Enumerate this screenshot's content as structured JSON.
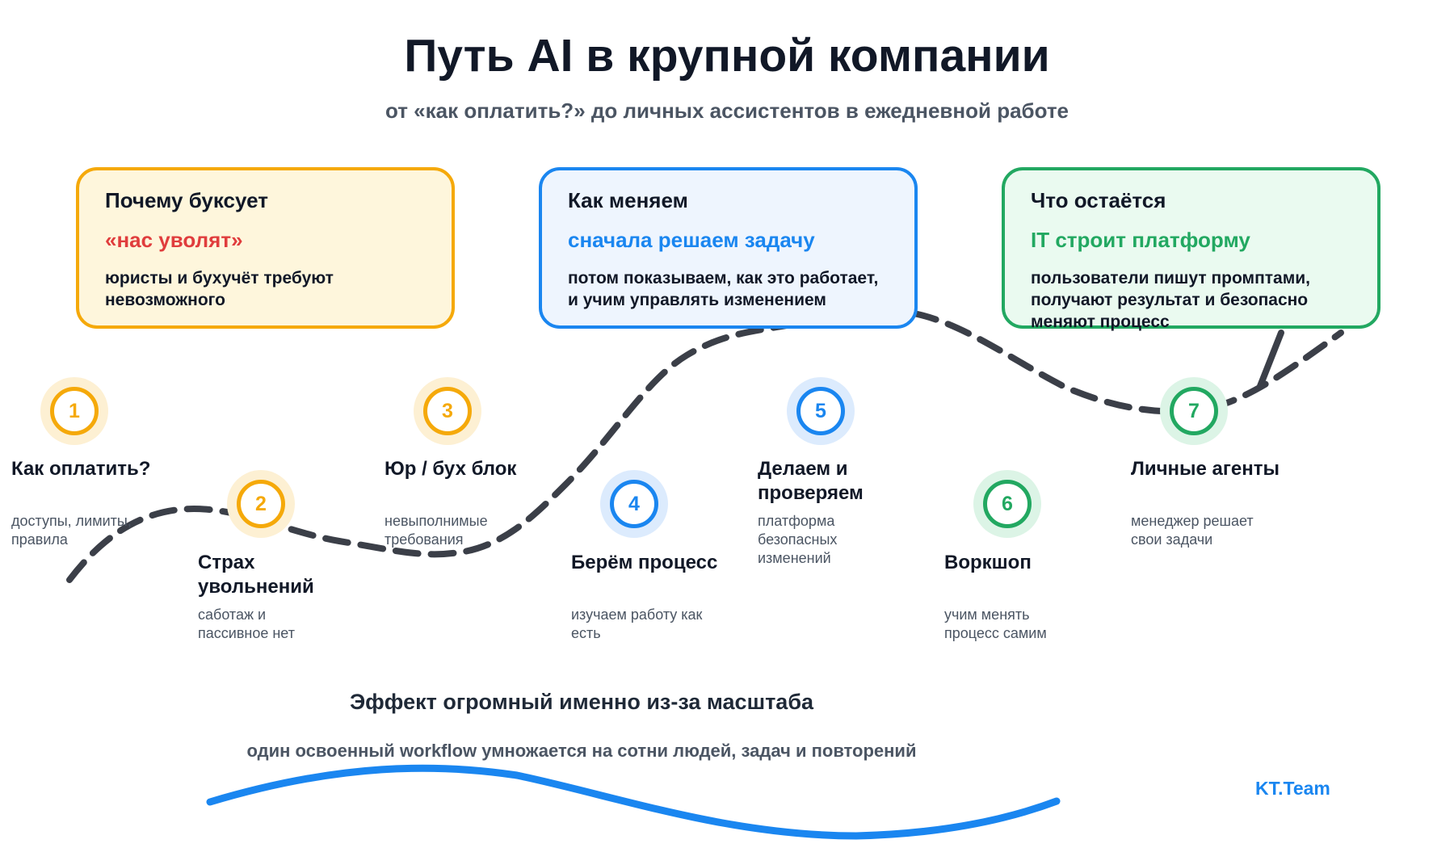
{
  "title": "Путь AI в крупной компании",
  "subtitle": "от «как оплатить?» до личных ассистентов в ежедневной работе",
  "cards": [
    {
      "heading": "Почему буксует",
      "accent": "«нас уволят»",
      "body": [
        "юристы и бухучёт требуют",
        "невозможного"
      ],
      "color": "#f5a90a"
    },
    {
      "heading": "Как меняем",
      "accent": "сначала решаем задачу",
      "body": [
        "потом показываем, как это работает,",
        "и учим управлять изменением"
      ],
      "color": "#1a86f0"
    },
    {
      "heading": "Что остаётся",
      "accent": "IT строит платформу",
      "body": [
        "пользователи пишут промптами,",
        "получают результат и безопасно",
        "меняют процесс"
      ],
      "color": "#22a861"
    }
  ],
  "steps": [
    {
      "number": "1",
      "title": [
        "Как оплатить?"
      ],
      "desc": [
        "доступы, лимиты,",
        "правила"
      ],
      "color": "orange"
    },
    {
      "number": "2",
      "title": [
        "Страх",
        "увольнений"
      ],
      "desc": [
        "саботаж и",
        "пассивное нет"
      ],
      "color": "orange"
    },
    {
      "number": "3",
      "title": [
        "Юр / бух блок"
      ],
      "desc": [
        "невыполнимые",
        "требования"
      ],
      "color": "orange"
    },
    {
      "number": "4",
      "title": [
        "Берём процесс"
      ],
      "desc": [
        "изучаем работу как",
        "есть"
      ],
      "color": "blue"
    },
    {
      "number": "5",
      "title": [
        "Делаем и",
        "проверяем"
      ],
      "desc": [
        "платформа",
        "безопасных",
        "изменений"
      ],
      "color": "blue"
    },
    {
      "number": "6",
      "title": [
        "Воркшоп"
      ],
      "desc": [
        "учим менять",
        "процесс самим"
      ],
      "color": "green"
    },
    {
      "number": "7",
      "title": [
        "Личные агенты"
      ],
      "desc": [
        "менеджер решает",
        "свои задачи"
      ],
      "color": "green"
    }
  ],
  "bottom": {
    "title": "Эффект огромный именно из-за масштаба",
    "subtitle": "один освоенный workflow умножается на сотни людей, задач и повторений"
  },
  "brand": "KT.Team",
  "colors": {
    "orange": "#f5a90a",
    "blue": "#1a86f0",
    "green": "#22a861",
    "red": "#e03d3d",
    "dash": "#3b3f48"
  }
}
